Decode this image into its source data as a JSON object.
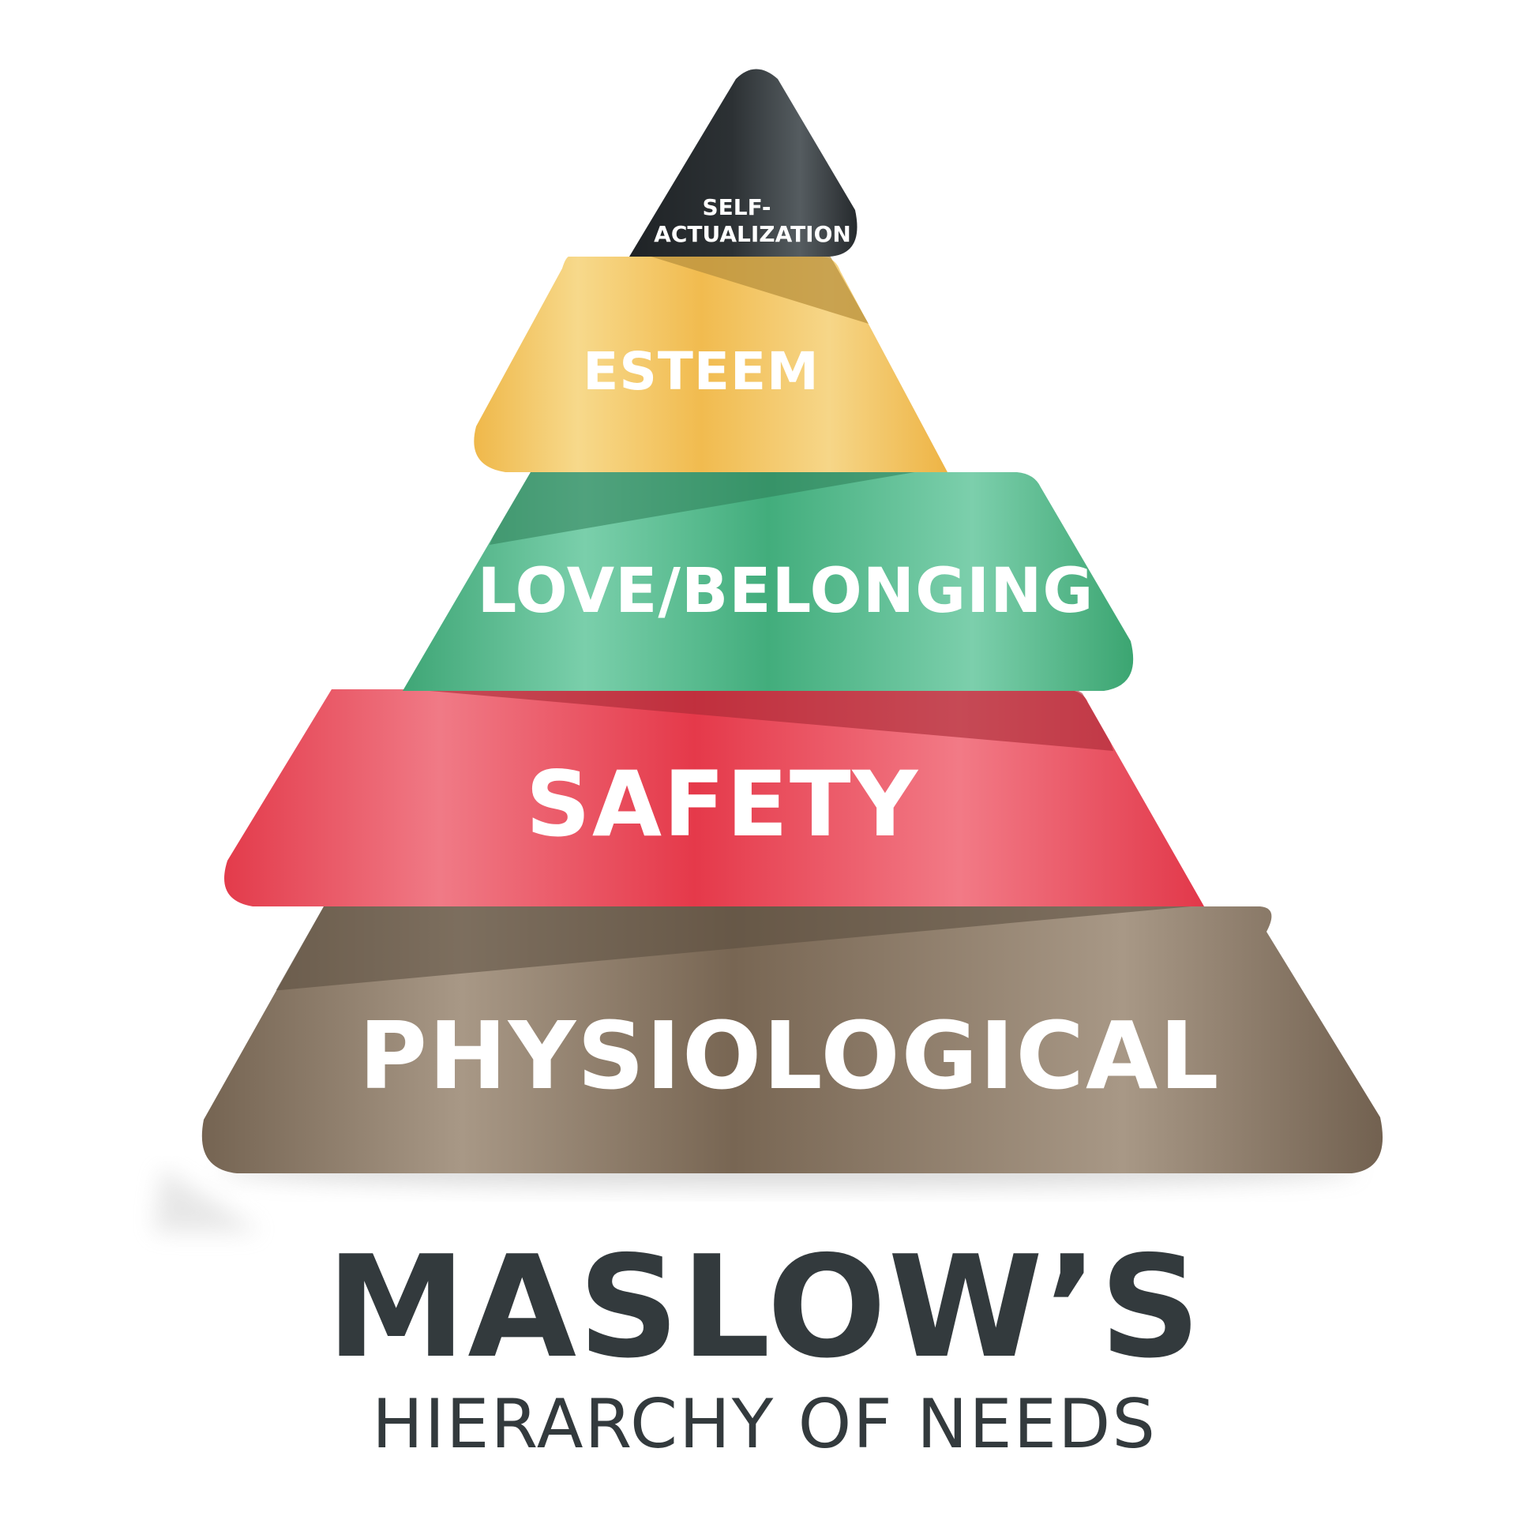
{
  "diagram": {
    "title": "MASLOW’S",
    "subtitle": "HIERARCHY OF NEEDS",
    "tiers": [
      {
        "id": "self-actualization",
        "line1": "SELF-",
        "line2": "ACTUALIZATION",
        "colors": {
          "dark": "#1f2326",
          "light": "#4c5356"
        }
      },
      {
        "id": "esteem",
        "label": "ESTEEM",
        "colors": {
          "dark": "#efb84a",
          "light": "#f7d98b",
          "shadow": "#b9923e"
        }
      },
      {
        "id": "love-belonging",
        "label": "LOVE/BELONGING",
        "colors": {
          "dark": "#3fa676",
          "light": "#7acfab",
          "shadow": "#2e7d57"
        }
      },
      {
        "id": "safety",
        "label": "SAFETY",
        "colors": {
          "dark": "#e33b4b",
          "light": "#f07a86",
          "shadow": "#a82a36"
        }
      },
      {
        "id": "physiological",
        "label": "PHYSIOLOGICAL",
        "colors": {
          "dark": "#756452",
          "light": "#a89886",
          "shadow": "#5a4c3e"
        }
      }
    ]
  }
}
